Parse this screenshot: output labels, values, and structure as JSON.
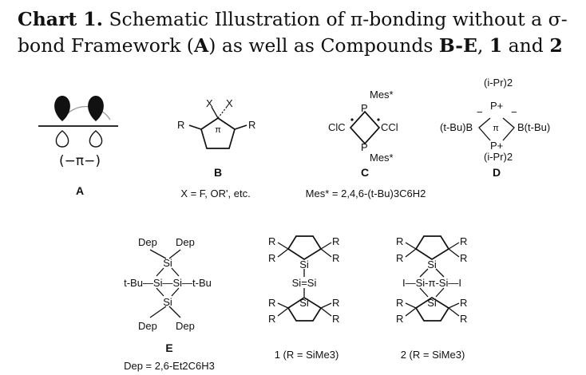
{
  "caption": {
    "chart_label": "Chart 1.",
    "text_1": " Schematic Illustration of π-bonding without a σ-",
    "text_2": "bond Framework (",
    "a": "A",
    "text_3": ") as well as Compounds ",
    "be": "B-E",
    "text_4": ", ",
    "one": "1",
    "text_5": " and ",
    "two": "2"
  },
  "structures": {
    "A": {
      "label": "A",
      "pi": "(−π−)"
    },
    "B": {
      "label": "B",
      "x1": "X",
      "x2": "X",
      "r_left": "R",
      "r_right": "R",
      "pi": "π",
      "note": "X = F, OR', etc."
    },
    "C": {
      "label": "C",
      "mes_top": "Mes*",
      "p_top": "P",
      "cl_left": "ClC",
      "cl_right": "CCl",
      "p_bottom": "P",
      "mes_bottom": "Mes*",
      "note": "Mes* = 2,4,6-(t-Bu)3C6H2"
    },
    "D": {
      "label": "D",
      "ipr_top": "(i-Pr)2",
      "p_top": "P+",
      "left": "(t-Bu)B",
      "pi": "π",
      "right": "B(t-Bu)",
      "p_bottom": "P+",
      "ipr_bottom": "(i-Pr)2"
    },
    "E": {
      "label": "E",
      "dep_tl": "Dep",
      "dep_tr": "Dep",
      "si_top": "Si",
      "left": "t-Bu—Si—Si—t-Bu",
      "si_bottom": "Si",
      "dep_bl": "Dep",
      "dep_br": "Dep",
      "note": "Dep = 2,6-Et2C6H3"
    },
    "one": {
      "caption": "1 (R = SiMe3)",
      "si_top": "Si",
      "center": "Si=Si",
      "si_bottom": "Si",
      "r": "R"
    },
    "two": {
      "caption": "2 (R = SiMe3)",
      "si_top": "Si",
      "center": "I—Si-π-Si—I",
      "si_bottom": "Si",
      "r": "R"
    }
  }
}
